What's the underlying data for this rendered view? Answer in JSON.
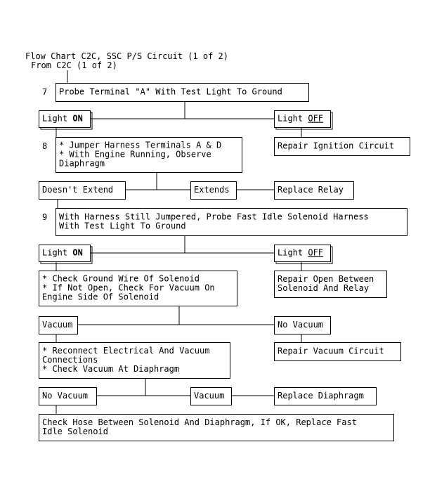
{
  "title": "Flow Chart C2C, SSC P/S Circuit (1 of 2)",
  "subtitle": "From C2C (1 of 2)",
  "steps": {
    "s7": "7",
    "s8": "8",
    "s9": "9"
  },
  "nodes": {
    "probe_a": {
      "lines": [
        "Probe Terminal \"A\" With Test Light To Ground"
      ]
    },
    "light_on_1": {
      "lines": [
        "Light ON"
      ]
    },
    "light_off_1": {
      "lines": [
        "Light OFF"
      ]
    },
    "jumper": {
      "lines": [
        "* Jumper Harness Terminals A & D",
        "* With Engine Running, Observe",
        "  Diaphragm"
      ]
    },
    "repair_ignition": {
      "lines": [
        "Repair Ignition Circuit"
      ]
    },
    "doesnt_extend": {
      "lines": [
        "Doesn't Extend"
      ]
    },
    "extends": {
      "lines": [
        "Extends"
      ]
    },
    "replace_relay": {
      "lines": [
        "Replace Relay"
      ]
    },
    "probe_fast_idle": {
      "lines": [
        "With Harness Still Jumpered, Probe Fast Idle Solenoid Harness",
        "With Test Light To Ground"
      ]
    },
    "light_on_2": {
      "lines": [
        "Light ON"
      ]
    },
    "light_off_2": {
      "lines": [
        "Light OFF"
      ]
    },
    "check_ground": {
      "lines": [
        "* Check Ground Wire Of Solenoid",
        "* If Not Open, Check For Vacuum On",
        "  Engine Side Of Solenoid"
      ]
    },
    "repair_open": {
      "lines": [
        "Repair Open Between",
        "Solenoid And Relay"
      ]
    },
    "vacuum_1": {
      "lines": [
        "Vacuum"
      ]
    },
    "no_vacuum_1": {
      "lines": [
        "No Vacuum"
      ]
    },
    "reconnect": {
      "lines": [
        "* Reconnect Electrical And Vacuum",
        "  Connections",
        "* Check Vacuum At Diaphragm"
      ]
    },
    "repair_vacuum": {
      "lines": [
        "Repair Vacuum Circuit"
      ]
    },
    "no_vacuum_2": {
      "lines": [
        "No Vacuum"
      ]
    },
    "vacuum_2": {
      "lines": [
        "Vacuum"
      ]
    },
    "replace_diaphragm": {
      "lines": [
        "Replace Diaphragm"
      ]
    },
    "check_hose": {
      "lines": [
        "Check Hose Between Solenoid And Diaphragm, If OK, Replace Fast",
        "Idle Solenoid"
      ]
    }
  }
}
